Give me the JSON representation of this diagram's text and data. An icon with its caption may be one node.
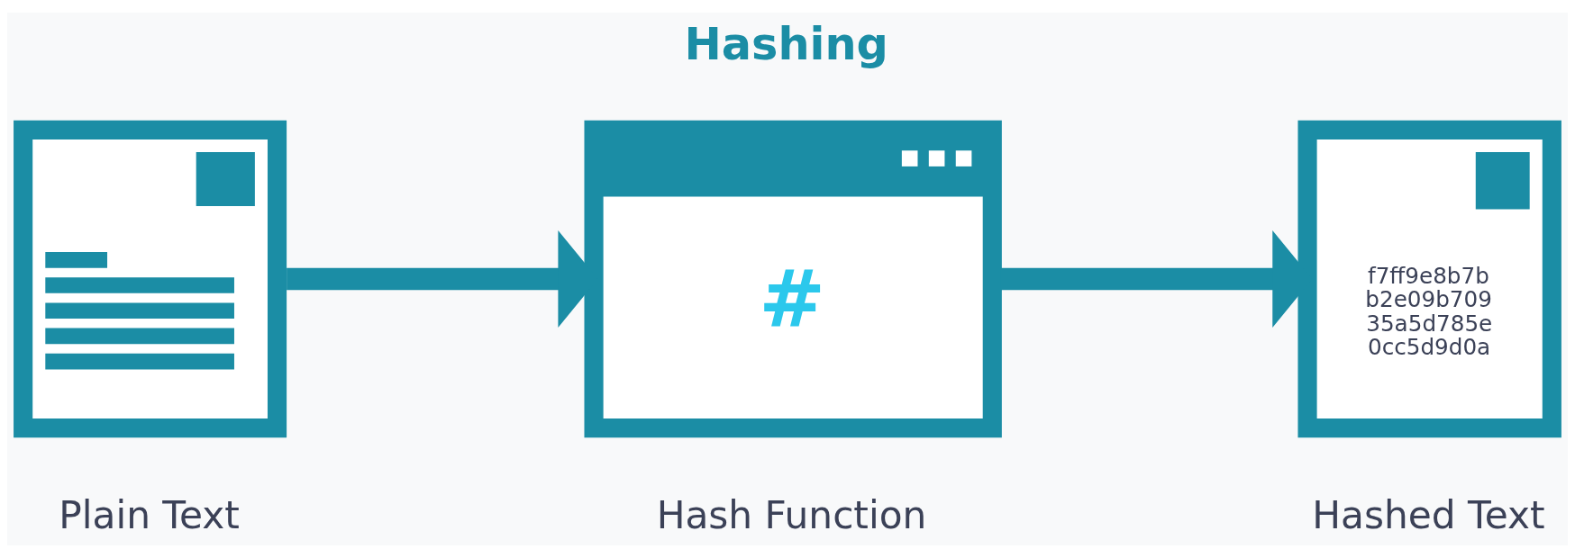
{
  "diagram": {
    "title": "Hashing",
    "nodes": [
      {
        "text": [
          "Plain Text"
        ]
      },
      {
        "text": [
          "#",
          "Hash Function"
        ]
      },
      {
        "text": [
          "f7ff9e8b7b b2e09b709 35a5d785e 0cc5d9d0a",
          "Hashed Text"
        ]
      }
    ],
    "edges": [
      {
        "from": 0,
        "to": 1,
        "arrow": "to"
      },
      {
        "from": 1,
        "to": 2,
        "arrow": "to"
      }
    ]
  }
}
